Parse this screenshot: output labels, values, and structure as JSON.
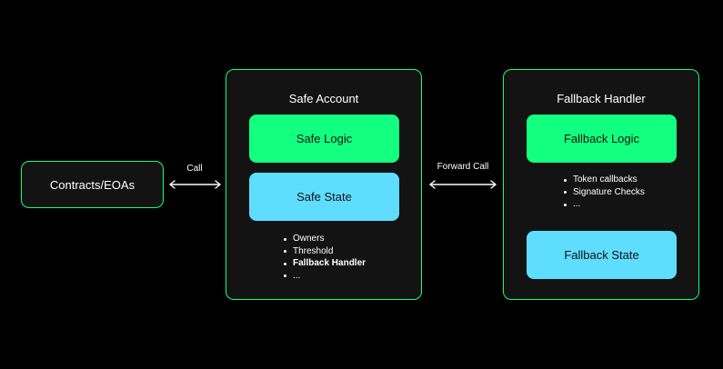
{
  "colors": {
    "background": "#000000",
    "node_border": "#12ff80",
    "node_fill": "#121312",
    "logic_fill": "#12ff80",
    "state_fill": "#5fddff",
    "text": "#ffffff",
    "pill_text": "#121312"
  },
  "nodes": {
    "contracts": {
      "label": "Contracts/EOAs"
    },
    "safe_account": {
      "title": "Safe Account",
      "logic": "Safe Logic",
      "state": "Safe State",
      "state_items": [
        "Owners",
        "Threshold",
        "Fallback Handler",
        "..."
      ]
    },
    "fallback_handler": {
      "title": "Fallback Handler",
      "logic": "Fallback Logic",
      "logic_items": [
        "Token callbacks",
        "Signature Checks",
        "..."
      ],
      "state": "Fallback State"
    }
  },
  "edges": [
    {
      "from": "contracts",
      "to": "safe_account",
      "label": "Call",
      "direction": "both"
    },
    {
      "from": "safe_account",
      "to": "fallback_handler",
      "label": "Forward Call",
      "direction": "both"
    }
  ]
}
